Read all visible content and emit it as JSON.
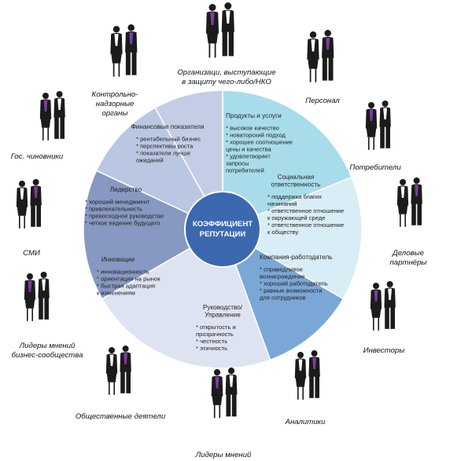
{
  "center": {
    "line1": "КОЭФФИЦИЕНТ",
    "line2": "РЕПУТАЦИИ"
  },
  "segments": [
    {
      "title": [
        "Продукты и услуги"
      ],
      "items": [
        [
          "высокое качество"
        ],
        [
          "новаторский подход"
        ],
        [
          "хорошее соотношение",
          "цены и качества"
        ],
        [
          "удовлетворяет",
          "запросы",
          "потребителей"
        ]
      ]
    },
    {
      "title": [
        "Социальная",
        "ответственность"
      ],
      "items": [
        [
          "поддержка благих",
          "начинаний"
        ],
        [
          "ответственное отношение",
          "к окружающей среде"
        ],
        [
          "ответственное отношение",
          "к обществу"
        ]
      ]
    },
    {
      "title": [
        "Компания-работодатель"
      ],
      "items": [
        [
          "справедливое",
          "вознаграждение"
        ],
        [
          "хороший работодатель"
        ],
        [
          "равные возможности",
          "для сотрудников"
        ]
      ]
    },
    {
      "title": [
        "Руководство/",
        "Управление"
      ],
      "items": [
        [
          "открытость и",
          "прозрачность"
        ],
        [
          "честность"
        ],
        [
          "этичность"
        ]
      ]
    },
    {
      "title": [
        "Инновации"
      ],
      "items": [
        [
          "инновационность"
        ],
        [
          "ориентация на рынок"
        ],
        [
          "быстрая адаптация",
          "к изменениям"
        ]
      ]
    },
    {
      "title": [
        "Лидерство"
      ],
      "items": [
        [
          "хороший менеджмент"
        ],
        [
          "привлекательность"
        ],
        [
          "превосходное руководство"
        ],
        [
          "четкое видение будущего"
        ]
      ]
    },
    {
      "title": [
        "Финансовые показатели"
      ],
      "items": [
        [
          "рентабельный бизнес"
        ],
        [
          "перспективы роста"
        ],
        [
          "показатели лучше",
          "ожиданий"
        ]
      ]
    }
  ],
  "stakeholders": [
    {
      "lines": [
        "Организаци, выступающие",
        "в защиту чего-либо/НКО"
      ]
    },
    {
      "lines": [
        "Персонал"
      ]
    },
    {
      "lines": [
        "Потребители"
      ]
    },
    {
      "lines": [
        "Деловые",
        "партнёры"
      ]
    },
    {
      "lines": [
        "Инвесторы"
      ]
    },
    {
      "lines": [
        "Аналитики"
      ]
    },
    {
      "lines": [
        "Лидеры мнений"
      ]
    },
    {
      "lines": [
        "Общественные деятели"
      ]
    },
    {
      "lines": [
        "Лидеры мнений",
        "бизнес-сообщества"
      ]
    },
    {
      "lines": [
        "СМИ"
      ]
    },
    {
      "lines": [
        "Гос. чиновники"
      ]
    },
    {
      "lines": [
        "Контрольно-",
        "надзорные",
        "органы"
      ]
    }
  ],
  "colors": {
    "segments": [
      "#a9dcea",
      "#d8edf5",
      "#7aa7d6",
      "#dee3f1",
      "#8798c2",
      "#b9c7e2",
      "#c5cde6"
    ],
    "center_fill": "#3c68b0",
    "suit": "#1b1b1b",
    "shirt": "#7b3fa0"
  },
  "icons": [
    "people-group-icon"
  ]
}
